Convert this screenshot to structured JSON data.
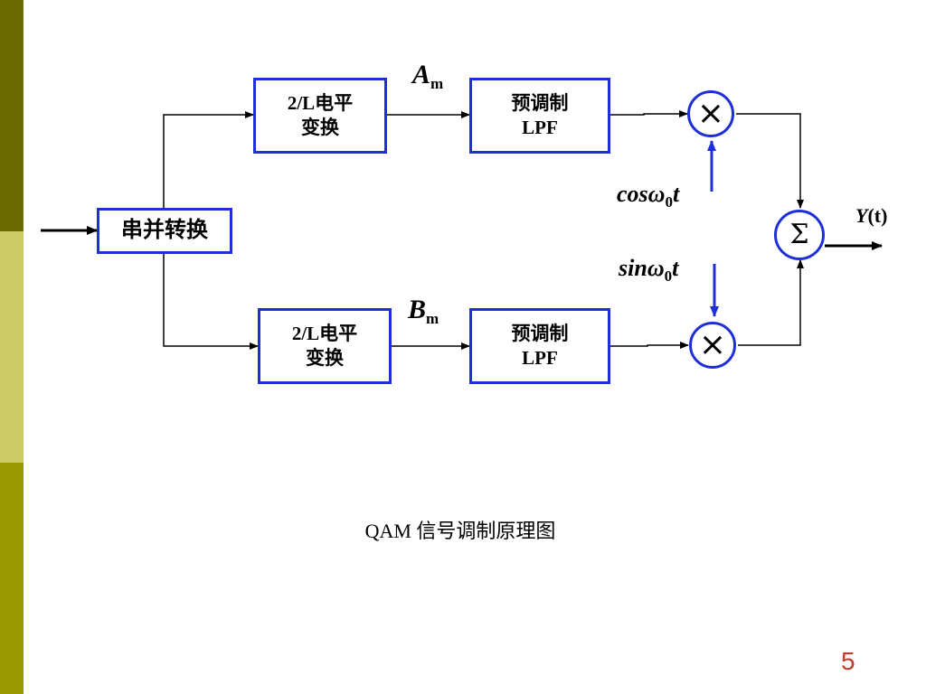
{
  "diagram": {
    "input_block": "串并转换",
    "upper_level_block": {
      "line1": "2/L电平",
      "line2": "变换"
    },
    "upper_filter_block": {
      "line1": "预调制",
      "line2": "LPF"
    },
    "lower_level_block": {
      "line1": "2/L电平",
      "line2": "变换"
    },
    "lower_filter_block": {
      "line1": "预调制",
      "line2": "LPF"
    },
    "upper_signal": {
      "symbol": "A",
      "subscript": "m"
    },
    "lower_signal": {
      "symbol": "B",
      "subscript": "m"
    },
    "cos_carrier": {
      "prefix": "cos",
      "omega": "ω",
      "subscript": "0",
      "suffix": "t"
    },
    "sin_carrier": {
      "prefix": "sin",
      "omega": "ω",
      "subscript": "0",
      "suffix": "t"
    },
    "multiplier_symbol": "×",
    "sum_symbol": "Σ",
    "output": {
      "symbol": "Y",
      "arg": "(t)"
    }
  },
  "caption": "QAM 信号调制原理图",
  "slide_number": "5",
  "colors": {
    "block_border": "#1f2fd8",
    "arrow": "#000000",
    "carrier_arrow": "#1f2fd8",
    "slide_number": "#c0392b"
  }
}
